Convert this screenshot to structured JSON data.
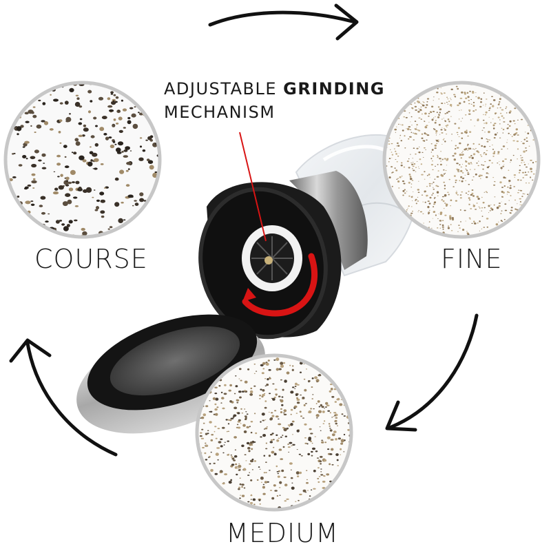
{
  "caption": {
    "line1_prefix": "ADJUSTABLE",
    "line1_bold": "GRINDING",
    "line2": "MECHANISM"
  },
  "grind_settings": [
    {
      "key": "coarse",
      "label": "COURSE"
    },
    {
      "key": "fine",
      "label": "FINE"
    },
    {
      "key": "medium",
      "label": "MEDIUM"
    }
  ],
  "colors": {
    "accent_red": "#d81414",
    "arrow": "#111111",
    "circle_border": "#c7c7c7",
    "pepper_dark": "#3a3128",
    "pepper_tan": "#a08a68"
  },
  "icons": {
    "cycle_arrows": "curved-arrow-icon",
    "rotation": "rotation-arrow-icon"
  }
}
